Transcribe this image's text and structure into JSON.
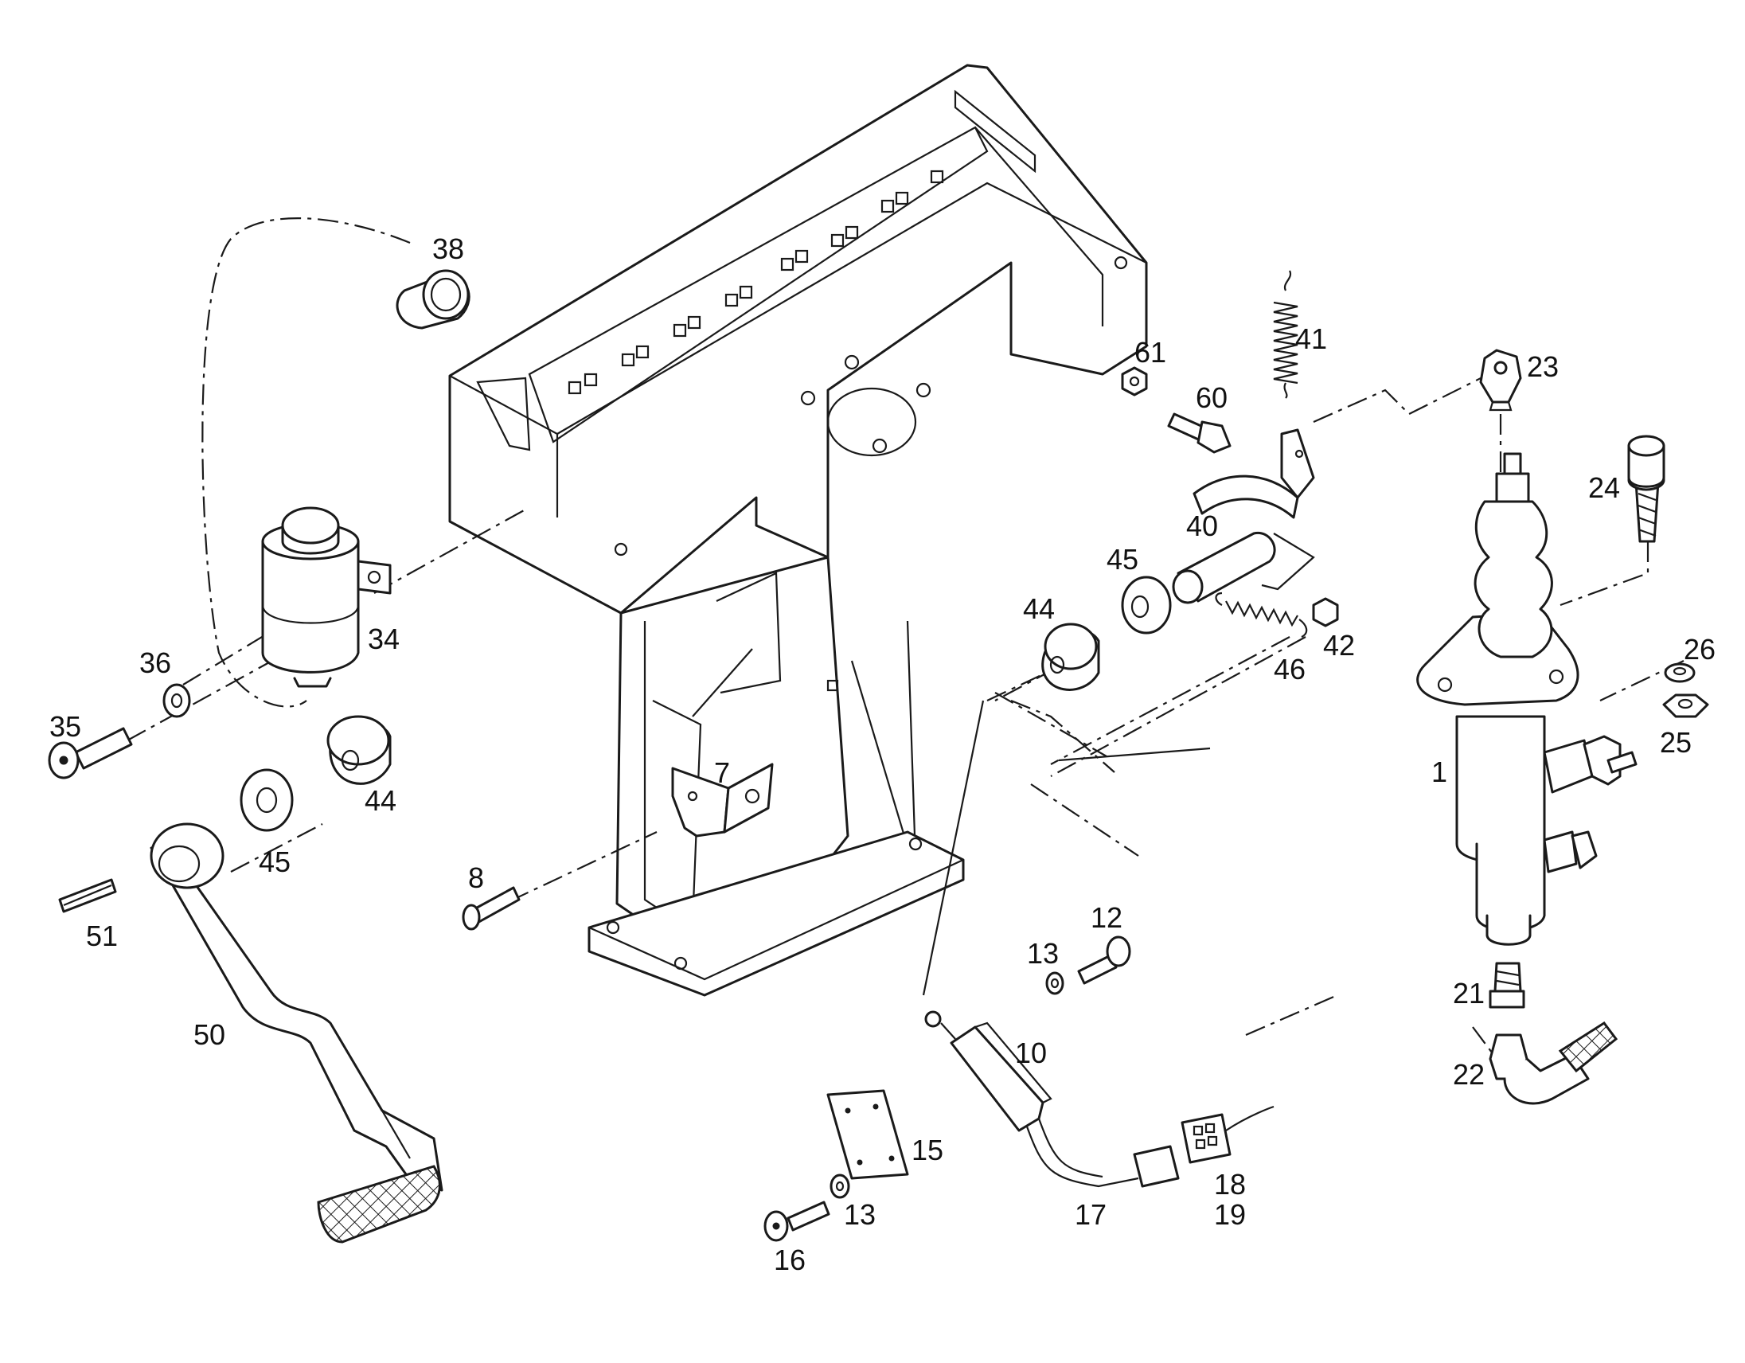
{
  "diagram": {
    "callouts": {
      "c1": "1",
      "c7": "7",
      "c8": "8",
      "c10": "10",
      "c12": "12",
      "c13a": "13",
      "c13b": "13",
      "c15": "15",
      "c16": "16",
      "c17": "17",
      "c18": "18",
      "c19": "19",
      "c21": "21",
      "c22": "22",
      "c23": "23",
      "c24": "24",
      "c25": "25",
      "c26": "26",
      "c34": "34",
      "c35": "35",
      "c36": "36",
      "c38": "38",
      "c40": "40",
      "c41": "41",
      "c42": "42",
      "c44a": "44",
      "c44b": "44",
      "c45a": "45",
      "c45b": "45",
      "c46": "46",
      "c50": "50",
      "c51": "51",
      "c60": "60",
      "c61": "61"
    }
  }
}
